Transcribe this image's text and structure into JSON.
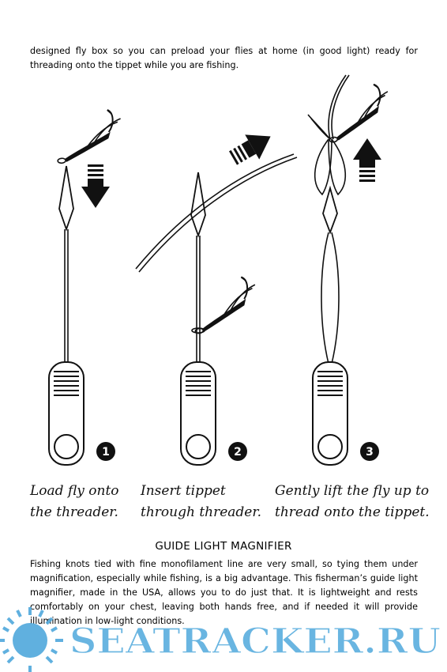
{
  "intro_text": "designed fly box so you can preload your flies at home (in good light) ready for threading onto the tippet while you are fishing.",
  "steps": [
    {
      "number": "1",
      "caption_line1": "Load fly onto",
      "caption_line2": "the threader."
    },
    {
      "number": "2",
      "caption_line1": "Insert tippet",
      "caption_line2": "through threader."
    },
    {
      "number": "3",
      "caption_line1": "Gently lift the fly up to",
      "caption_line2": "thread onto the tippet."
    }
  ],
  "section_title": "GUIDE LIGHT MAGNIFIER",
  "body_text": "Fishing knots tied with fine monofilament line are very small, so tying them under magnification, especially while fishing, is a big advantage. This fisherman’s guide light magnifier, made in the USA, allows you to do just that. It is lightweight and rests comfortably on your chest, leaving both hands free, and if needed it will provide illumination in low-light conditions.",
  "watermark_text": "SEATRACKER.RU",
  "colors": {
    "watermark": "#4fa8dc",
    "ink": "#111111"
  }
}
